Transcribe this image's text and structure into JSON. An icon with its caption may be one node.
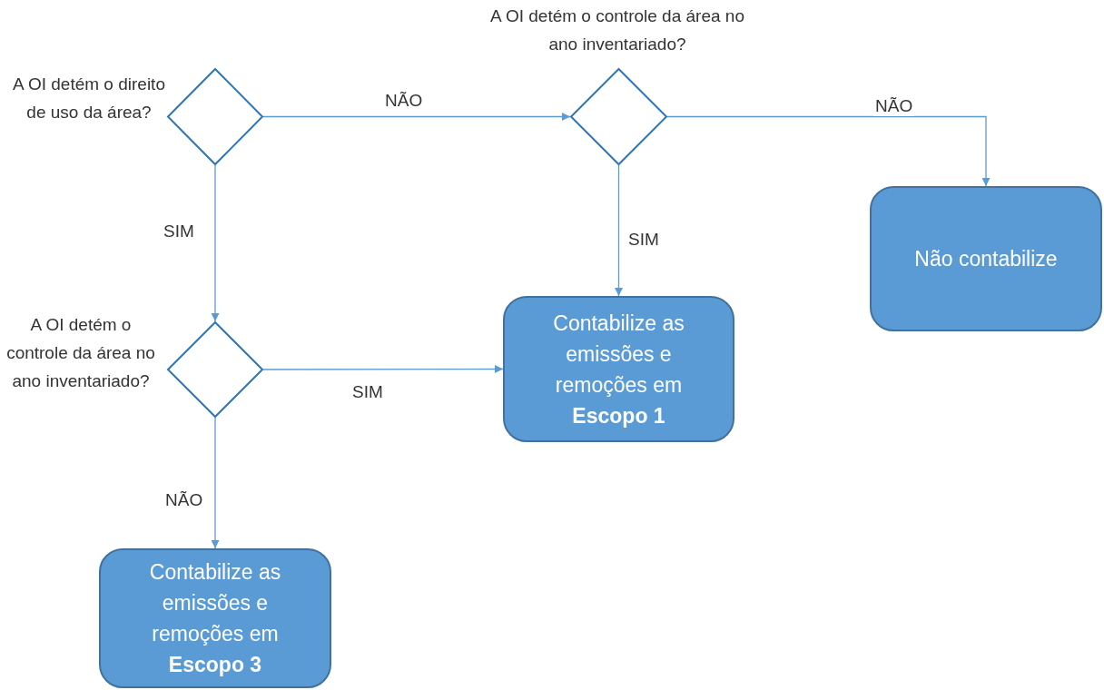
{
  "diagram": {
    "nodes": [
      {
        "text": [
          "A OI detém o direito de uso da área?"
        ]
      },
      {
        "text": [
          "A OI detém o controle da área no ano inventariado?"
        ]
      },
      {
        "text": [
          "Não contabilize"
        ]
      },
      {
        "text": [
          "A OI detém o controle da área no ano inventariado?"
        ]
      },
      {
        "text": [
          "Contabilize as emissões e remoções em **Escopo 1**"
        ]
      },
      {
        "text": [
          "Contabilize as emissões e remoções em **Escopo 3**"
        ]
      }
    ],
    "edges": [
      {
        "from": 0,
        "to": 1,
        "arrow": "to",
        "label": "NÃO"
      },
      {
        "from": 1,
        "to": 2,
        "arrow": "to",
        "label": "NÃO"
      },
      {
        "from": 0,
        "to": 3,
        "arrow": "to",
        "label": "SIM"
      },
      {
        "from": 1,
        "to": 4,
        "arrow": "to",
        "label": "SIM"
      },
      {
        "from": 3,
        "to": 4,
        "arrow": "to",
        "label": "SIM"
      },
      {
        "from": 3,
        "to": 5,
        "arrow": "to",
        "label": "NÃO"
      }
    ]
  }
}
